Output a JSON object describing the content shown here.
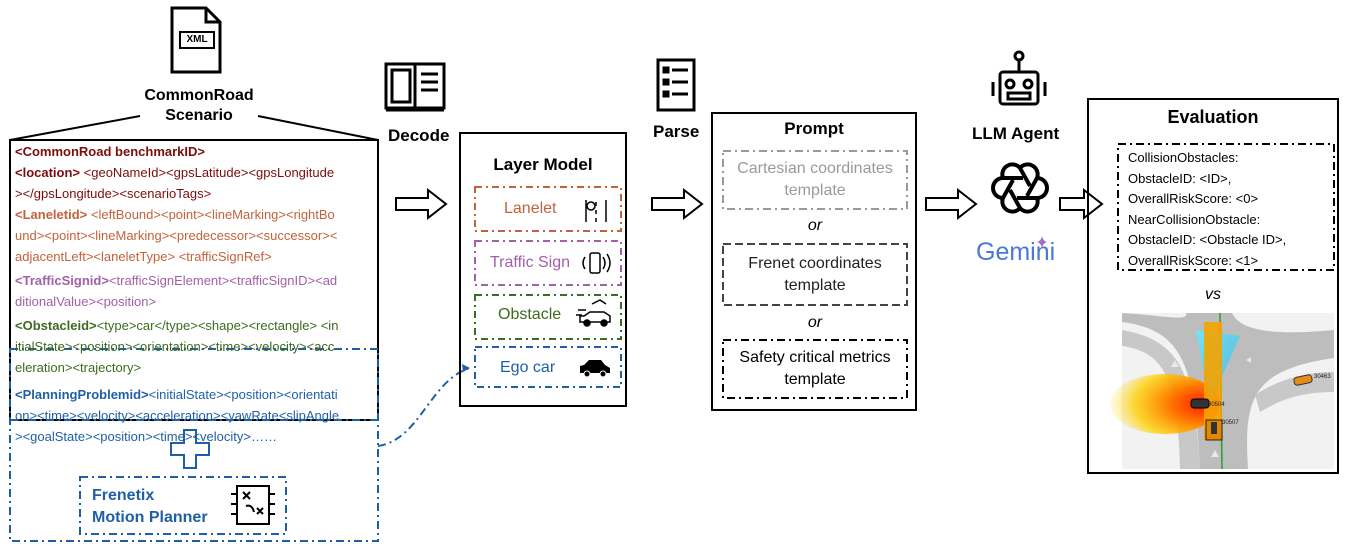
{
  "colors": {
    "header": "#7b0d0d",
    "lanelet": "#c2623a",
    "traffic_sign": "#a35fa8",
    "obstacle": "#3d6b1f",
    "ego": "#1f5fa8",
    "planner": "#1f5fa8",
    "gray_template": "#9a9a9a",
    "gemini": "#4a78d8"
  },
  "scenario": {
    "file_icon_label": "XML",
    "title_line1": "CommonRoad",
    "title_line2": "Scenario",
    "line1_header": "<CommonRoad benchmarkID>",
    "line2_tag": "<location>",
    "line2_rest": " <geoNameId><gpsLatitude><gpsLongitude",
    "line3": "></gpsLongitude><scenarioTags>",
    "line4_tag": "<Laneletid>",
    "line4_rest": " <leftBound><point><lineMarking><rightBo",
    "line5": "und><point><lineMarking><predecessor><successor><",
    "line6": "adjacentLeft><laneletType> <trafficSignRef>",
    "line7_tag": "<TrafficSignid>",
    "line7_rest": "<trafficSignElement><trafficSignID><ad",
    "line8": "ditionalValue><position>",
    "line9_tag": "<Obstacleid>",
    "line9_rest": "<type>car</type><shape><rectangle> <in",
    "line10": "itialState><position><orientation><time><velocity><acc",
    "line11": "eleration><trajectory>",
    "line12_tag": "<PlanningProblemid>",
    "line12_rest": "<initialState><position><orientati",
    "line13": "on><time><velocity><acceleration><yawRate<slipAngle",
    "line14": "><goalState><position><time><velocity>……"
  },
  "planner": {
    "line1": "Frenetix",
    "line2": "Motion Planner"
  },
  "steps": {
    "decode": "Decode",
    "parse": "Parse",
    "llm_agent": "LLM Agent",
    "gemini": "Gemini"
  },
  "layer_model": {
    "title": "Layer Model",
    "items": [
      {
        "label": "Lanelet",
        "icon": "lanelet-icon"
      },
      {
        "label": "Traffic Sign",
        "icon": "traffic-sign-icon"
      },
      {
        "label": "Obstacle",
        "icon": "obstacle-icon"
      },
      {
        "label": "Ego car",
        "icon": "ego-car-icon"
      }
    ]
  },
  "prompt": {
    "title": "Prompt",
    "template1_line1": "Cartesian coordinates",
    "template1_line2": "template",
    "or1": "or",
    "template2_line1": "Frenet coordinates",
    "template2_line2": "template",
    "or2": "or",
    "template3_line1": "Safety critical metrics",
    "template3_line2": "template"
  },
  "evaluation": {
    "title": "Evaluation",
    "lines": [
      "CollisionObstacles:",
      "ObstacleID: <ID>,",
      "OverallRiskScore: <0>",
      "NearCollisionObstacle:",
      "ObstacleID: <Obstacle ID>,",
      "OverallRiskScore: <1>"
    ],
    "vs": "vs",
    "scene_labels": [
      "30504",
      "30507",
      "30463"
    ]
  }
}
